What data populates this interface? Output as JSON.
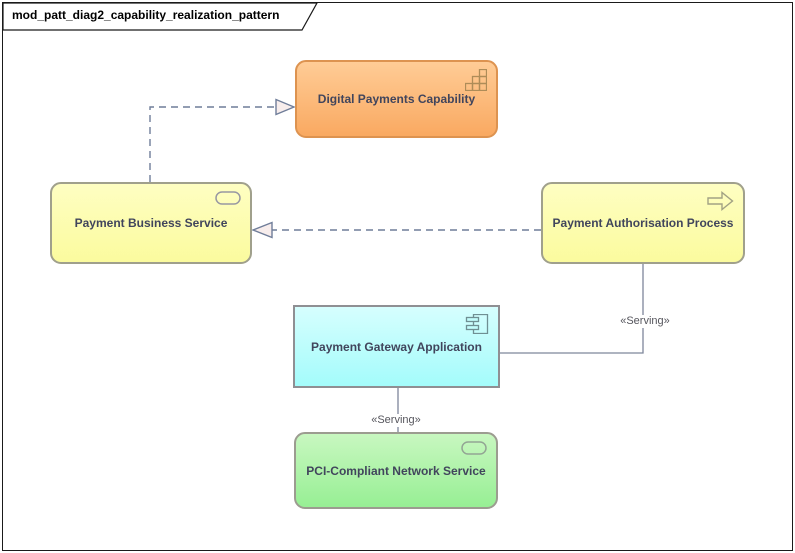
{
  "title": "mod_patt_diag2_capability_realization_pattern",
  "nodes": {
    "capability": {
      "label": "Digital Payments Capability",
      "type": "ArchiMate Capability",
      "fill": "#FBB878",
      "border": "#DD9350",
      "icon": "capability-staircase"
    },
    "business_service": {
      "label": "Payment Business Service",
      "type": "ArchiMate Business Service",
      "fill": "#FCFCAC",
      "border": "#A0A08C",
      "icon": "service-pill"
    },
    "process": {
      "label": "Payment Authorisation Process",
      "type": "ArchiMate Business Process",
      "fill": "#FCFCAC",
      "border": "#A0A08C",
      "icon": "process-arrow"
    },
    "application": {
      "label": "Payment Gateway Application",
      "type": "ArchiMate Application Component",
      "fill": "#B4FDFC",
      "border": "#8F8F93",
      "icon": "uml-component"
    },
    "network_service": {
      "label": "PCI-Compliant Network Service",
      "type": "ArchiMate Technology Service",
      "fill": "#A5F2A0",
      "border": "#9C9C90",
      "icon": "service-pill"
    }
  },
  "connectors": {
    "realization_service_to_capability": {
      "type": "Realization",
      "from": "Payment Business Service",
      "to": "Digital Payments Capability",
      "line": "dashed",
      "arrowhead": "hollow-triangle",
      "color": "#6F7D99"
    },
    "realization_process_to_service": {
      "type": "Realization",
      "from": "Payment Authorisation Process",
      "to": "Payment Business Service",
      "line": "dashed",
      "arrowhead": "hollow-triangle",
      "color": "#6F7D99"
    },
    "serving_app_to_process": {
      "type": "Serving",
      "label": "«Serving»",
      "from": "Payment Gateway Application",
      "to": "Payment Authorisation Process",
      "line": "solid",
      "color": "#7E869B"
    },
    "serving_network_to_app": {
      "type": "Serving",
      "label": "«Serving»",
      "from": "PCI-Compliant Network Service",
      "to": "Payment Gateway Application",
      "line": "solid",
      "color": "#7E869B"
    }
  }
}
